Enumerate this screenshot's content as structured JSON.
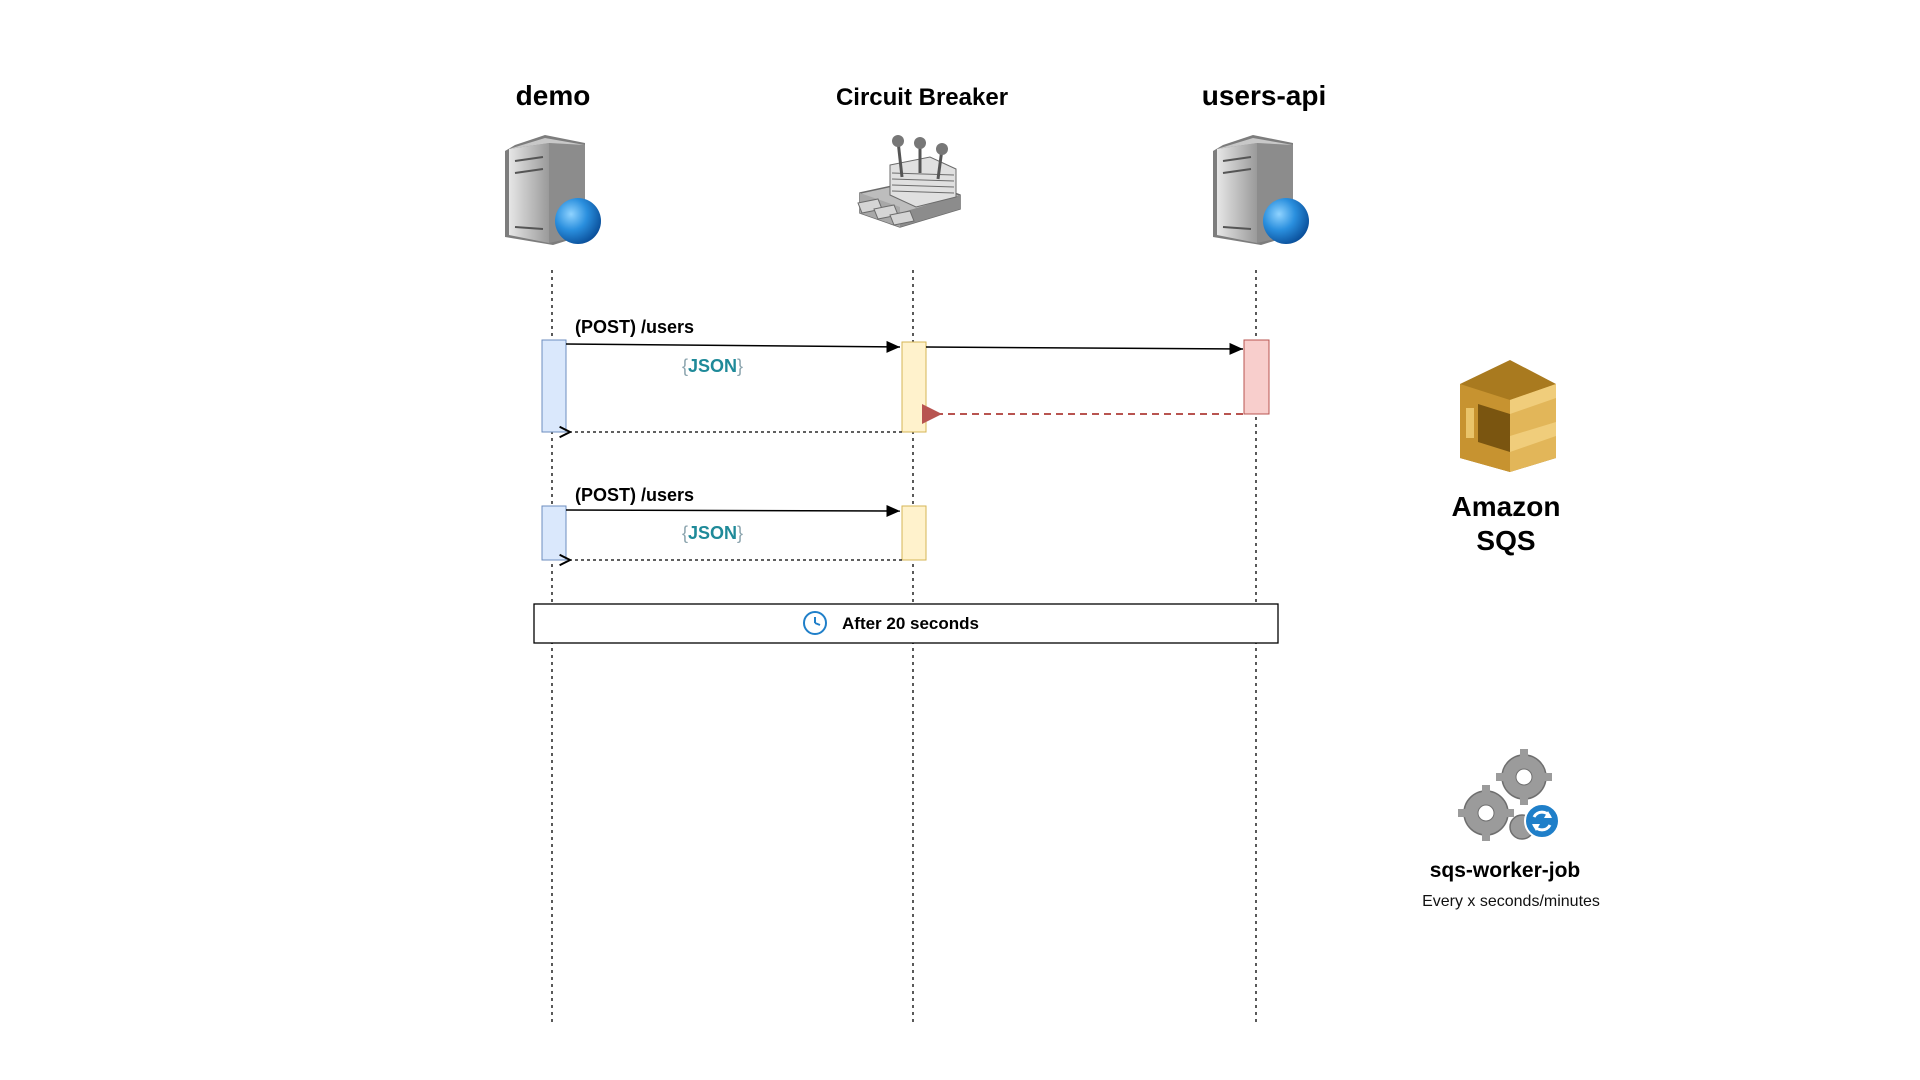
{
  "participants": {
    "demo": "demo",
    "breaker": "Circuit Breaker",
    "users_api": "users-api"
  },
  "messages": {
    "request1": "(POST) /users",
    "payload1": "JSON",
    "request2": "(POST) /users",
    "payload2": "JSON"
  },
  "note": {
    "text": "After 20 seconds",
    "icon": "clock-icon"
  },
  "sqs": {
    "line1": "Amazon",
    "line2": "SQS",
    "icon": "amazon-sqs-icon"
  },
  "worker": {
    "name": "sqs-worker-job",
    "schedule": "Every x seconds/minutes",
    "icon": "gears-sync-icon"
  },
  "colors": {
    "demo_activation": "#dae8fc",
    "breaker_activation": "#fff2cc",
    "api_activation": "#f8cecc",
    "error_return": "#b85450",
    "sqs_gold": "#d9a741",
    "sync_blue": "#1f7fc9"
  }
}
